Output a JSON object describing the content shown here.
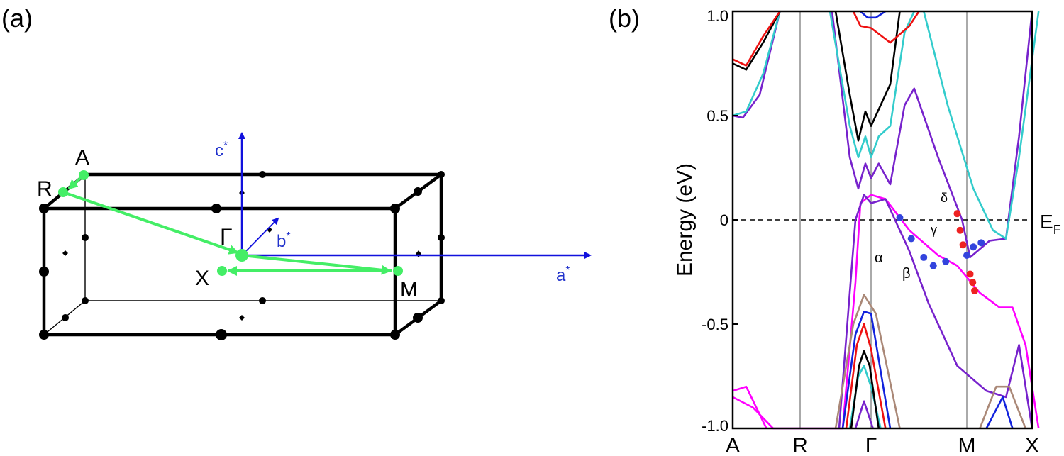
{
  "panel_a": {
    "label": "(a)",
    "points": {
      "A": "A",
      "R": "R",
      "Gamma": "Γ",
      "X": "X",
      "M": "M"
    },
    "axes": {
      "a": "a",
      "b": "b",
      "c": "c",
      "star": "*"
    },
    "colors": {
      "path": "#44ee66",
      "axes": "#1111dd",
      "box": "#000000"
    }
  },
  "panel_b": {
    "label": "(b)",
    "ef_label": "E",
    "ef_sub": "F",
    "band_labels": {
      "alpha": "α",
      "beta": "β",
      "gamma": "γ",
      "delta": "δ"
    }
  },
  "chart_data": {
    "type": "line",
    "ylabel": "Energy (eV)",
    "ylim": [
      -1.0,
      1.0
    ],
    "yticks": [
      "1.0",
      "0.5",
      "0",
      "-0.5",
      "-1.0"
    ],
    "ytick_values": [
      1.0,
      0.5,
      0,
      -0.5,
      -1.0
    ],
    "categories": [
      "A",
      "R",
      "Γ",
      "M",
      "X"
    ],
    "fermi_level": 0,
    "series": [
      {
        "color": "#ff00ff",
        "points": [
          [
            0,
            -0.85
          ],
          [
            0.3,
            -0.9
          ],
          [
            0.6,
            -1.0
          ],
          [
            1.6,
            -1.0
          ],
          [
            1.78,
            -0.3
          ],
          [
            1.85,
            0.08
          ],
          [
            2.0,
            0.12
          ],
          [
            2.15,
            0.1
          ],
          [
            2.4,
            -0.05
          ],
          [
            2.7,
            -0.17
          ],
          [
            2.9,
            -0.22
          ],
          [
            3.2,
            -0.35
          ],
          [
            3.5,
            -0.42
          ],
          [
            3.7,
            -0.42
          ],
          [
            3.9,
            -0.6
          ],
          [
            4.1,
            -1.0
          ]
        ]
      },
      {
        "color": "#7722cc",
        "points": [
          [
            1.55,
            -1.0
          ],
          [
            1.78,
            0.0
          ],
          [
            1.9,
            0.12
          ],
          [
            2.0,
            0.08
          ],
          [
            2.15,
            0.1
          ],
          [
            2.4,
            -0.15
          ],
          [
            2.6,
            -0.4
          ],
          [
            2.9,
            -0.7
          ],
          [
            3.3,
            -0.82
          ],
          [
            3.6,
            -0.85
          ],
          [
            3.8,
            -0.6
          ],
          [
            4.0,
            -1.0
          ]
        ]
      },
      {
        "color": "#7722cc",
        "points": [
          [
            0,
            0.5
          ],
          [
            0.15,
            0.49
          ],
          [
            0.4,
            0.6
          ],
          [
            0.7,
            1.0
          ]
        ]
      },
      {
        "color": "#7722cc",
        "points": [
          [
            1.45,
            1.0
          ],
          [
            1.7,
            0.3
          ],
          [
            1.82,
            0.15
          ],
          [
            1.92,
            0.27
          ],
          [
            2.0,
            0.2
          ],
          [
            2.08,
            0.27
          ],
          [
            2.2,
            0.17
          ],
          [
            2.35,
            0.55
          ],
          [
            2.45,
            0.63
          ],
          [
            2.7,
            0.3
          ],
          [
            2.95,
            0.0
          ],
          [
            3.05,
            -0.18
          ],
          [
            3.35,
            -0.1
          ],
          [
            3.6,
            -0.09
          ],
          [
            3.8,
            0.4
          ],
          [
            4.0,
            1.0
          ]
        ]
      },
      {
        "color": "#33cccc",
        "points": [
          [
            0,
            0.5
          ],
          [
            0.2,
            0.52
          ],
          [
            0.45,
            0.7
          ],
          [
            0.7,
            1.0
          ]
        ]
      },
      {
        "color": "#33cccc",
        "points": [
          [
            1.42,
            1.0
          ],
          [
            1.7,
            0.45
          ],
          [
            1.82,
            0.3
          ],
          [
            1.92,
            0.4
          ],
          [
            2.0,
            0.3
          ],
          [
            2.08,
            0.4
          ],
          [
            2.2,
            0.45
          ],
          [
            2.35,
            0.9
          ],
          [
            2.45,
            1.0
          ]
        ]
      },
      {
        "color": "#33cccc",
        "points": [
          [
            2.55,
            1.0
          ],
          [
            2.8,
            0.55
          ],
          [
            3.1,
            0.15
          ],
          [
            3.4,
            -0.05
          ],
          [
            3.6,
            -0.09
          ],
          [
            3.8,
            0.3
          ],
          [
            4.1,
            1.0
          ]
        ]
      },
      {
        "color": "#000000",
        "points": [
          [
            0,
            0.75
          ],
          [
            0.2,
            0.72
          ],
          [
            0.45,
            0.85
          ],
          [
            0.7,
            1.0
          ]
        ]
      },
      {
        "color": "#000000",
        "points": [
          [
            1.5,
            1.0
          ],
          [
            1.7,
            0.6
          ],
          [
            1.82,
            0.38
          ],
          [
            1.92,
            0.52
          ],
          [
            2.0,
            0.45
          ],
          [
            2.1,
            0.55
          ],
          [
            2.2,
            0.65
          ],
          [
            2.3,
            1.0
          ]
        ]
      },
      {
        "color": "#ee1111",
        "points": [
          [
            0,
            0.77
          ],
          [
            0.2,
            0.74
          ],
          [
            0.45,
            0.88
          ],
          [
            0.7,
            1.0
          ]
        ]
      },
      {
        "color": "#ee1111",
        "points": [
          [
            1.75,
            1.0
          ],
          [
            1.85,
            0.93
          ],
          [
            2.0,
            0.92
          ],
          [
            2.2,
            0.85
          ],
          [
            2.4,
            0.93
          ],
          [
            2.5,
            1.0
          ]
        ]
      },
      {
        "color": "#1122dd",
        "points": [
          [
            1.85,
            1.0
          ],
          [
            1.95,
            0.97
          ],
          [
            2.05,
            0.97
          ],
          [
            2.15,
            1.0
          ]
        ]
      },
      {
        "color": "#aa8877",
        "points": [
          [
            1.5,
            -1.0
          ],
          [
            1.75,
            -0.5
          ],
          [
            1.9,
            -0.36
          ],
          [
            2.05,
            -0.45
          ],
          [
            2.3,
            -1.0
          ]
        ]
      },
      {
        "color": "#1122dd",
        "points": [
          [
            1.6,
            -1.0
          ],
          [
            1.78,
            -0.55
          ],
          [
            1.9,
            -0.44
          ],
          [
            2.0,
            -0.45
          ],
          [
            2.2,
            -1.0
          ]
        ]
      },
      {
        "color": "#ee1111",
        "points": [
          [
            1.65,
            -1.0
          ],
          [
            1.8,
            -0.6
          ],
          [
            1.9,
            -0.5
          ],
          [
            2.0,
            -0.62
          ],
          [
            2.15,
            -1.0
          ]
        ]
      },
      {
        "color": "#33cccc",
        "points": [
          [
            1.7,
            -1.0
          ],
          [
            1.82,
            -0.75
          ],
          [
            1.9,
            -0.7
          ],
          [
            2.0,
            -0.8
          ],
          [
            2.1,
            -1.0
          ]
        ]
      },
      {
        "color": "#000000",
        "points": [
          [
            1.72,
            -1.0
          ],
          [
            1.83,
            -0.7
          ],
          [
            1.9,
            -0.63
          ],
          [
            1.98,
            -0.7
          ],
          [
            2.08,
            -1.0
          ]
        ]
      },
      {
        "color": "#7722cc",
        "points": [
          [
            1.78,
            -1.0
          ],
          [
            1.9,
            -0.87
          ],
          [
            2.02,
            -1.0
          ]
        ]
      },
      {
        "color": "#aa8877",
        "points": [
          [
            3.2,
            -1.0
          ],
          [
            3.45,
            -0.8
          ],
          [
            3.65,
            -0.8
          ],
          [
            3.9,
            -1.0
          ]
        ]
      },
      {
        "color": "#1122dd",
        "points": [
          [
            3.3,
            -1.0
          ],
          [
            3.55,
            -0.85
          ],
          [
            3.7,
            -1.0
          ]
        ]
      },
      {
        "color": "#ff00ff",
        "points": [
          [
            0,
            -0.82
          ],
          [
            0.2,
            -0.8
          ],
          [
            0.5,
            -1.0
          ]
        ]
      }
    ],
    "markers": {
      "blue": [
        [
          2.3,
          0.01
        ],
        [
          2.42,
          -0.09
        ],
        [
          2.55,
          -0.18
        ],
        [
          2.65,
          -0.22
        ],
        [
          2.78,
          -0.2
        ],
        [
          3.0,
          -0.17
        ],
        [
          3.1,
          -0.13
        ],
        [
          3.22,
          -0.11
        ]
      ],
      "red": [
        [
          2.9,
          0.03
        ],
        [
          2.93,
          -0.05
        ],
        [
          2.96,
          -0.12
        ],
        [
          3.05,
          -0.26
        ],
        [
          3.09,
          -0.3
        ],
        [
          3.12,
          -0.34
        ]
      ]
    }
  }
}
